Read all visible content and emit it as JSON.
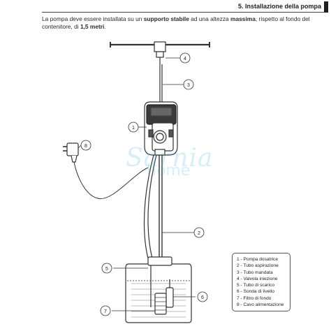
{
  "header": {
    "section_title": "5. Installazione della pompa"
  },
  "intro": {
    "part1": "La pompa deve essere installata su un ",
    "bold1": "supporto stabile",
    "part2": " ad una altezza ",
    "bold2": "massima",
    "part3": ", rispetto al fondo del contenitore, di ",
    "bold3": "1,5 metri",
    "part4": "."
  },
  "watermark": {
    "line1": "Sarnia",
    "line2": "home"
  },
  "callouts": [
    "1",
    "2",
    "3",
    "4",
    "5",
    "6",
    "7",
    "8"
  ],
  "legend": [
    "1 - Pompa dosatrice",
    "2 - Tubo aspirazione",
    "3 - Tubo mandata",
    "4 - Valvola iniezione",
    "5 - Tubo di scarico",
    "6 - Sonda di livello",
    "7 - Filtro di fondo",
    "8 - Cavo alimentazione"
  ]
}
